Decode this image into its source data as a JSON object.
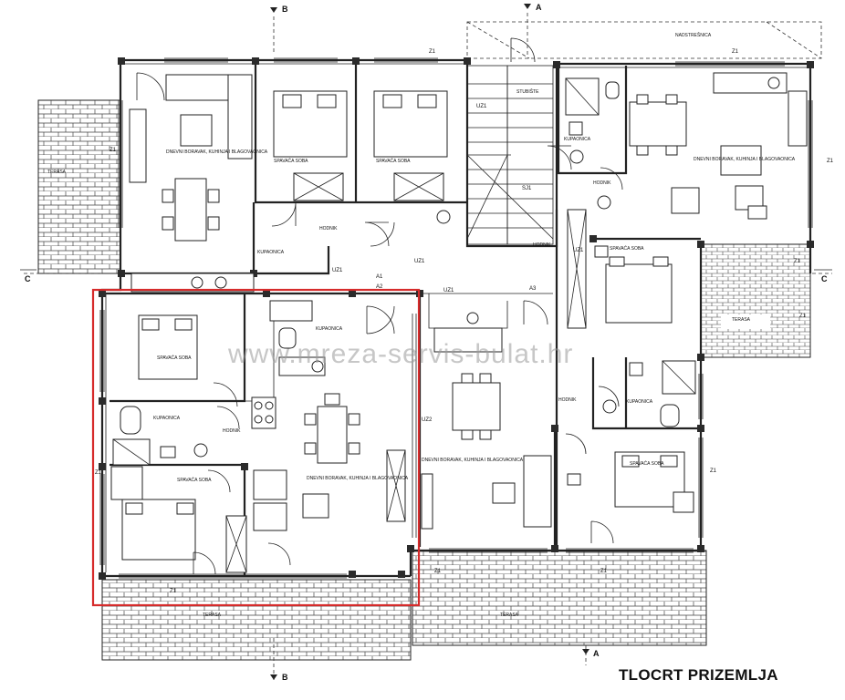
{
  "drawing": {
    "title": "TLOCRT PRIZEMLJA",
    "watermark": "www.mreza-servis-bulat.hr",
    "highlight_color": "#d62b2b"
  },
  "section_marks": {
    "b_top": "B",
    "b_bottom": "B",
    "a_top": "A",
    "a_bottom": "A",
    "c_left": "C",
    "c_right": "C"
  },
  "tags": {
    "z1_top_mid": "Z1",
    "z1_top_right": "Z1",
    "z1_right_upper": "Z1",
    "z1_right_mid": "Z1",
    "z1_right_lower": "Z1",
    "z1_left_upper": "Z1",
    "z1_left_lower": "Z1",
    "z1_bottom_left": "Z1",
    "z1_bottom_mid": "Z1",
    "z1_bottom_right": "Z1",
    "z1_terrace_right": "Z1",
    "uz1_a": "UZ1",
    "uz1_b": "UZ1",
    "uz1_c": "UZ1",
    "uz1_d": "UZ1",
    "uz1_e": "UZ1",
    "uz2": "UZ2",
    "a1": "A1",
    "a2": "A2",
    "a3": "A3",
    "sj1": "SJ1"
  },
  "rooms": {
    "living_topleft": "DNEVNI BORAVAK, KUHINJA I BLAGOVAONICA",
    "bedroom_top1": "SPAVAĆA SOBA",
    "bedroom_top2": "SPAVAĆA SOBA",
    "bath_top_right": "KUPAONICA",
    "living_topright": "DNEVNI BORAVAK, KUHINJA I BLAGOVAONICA",
    "hall_topright": "HODNIK",
    "hall_center": "HODNIK",
    "bath_center": "KUPAONICA",
    "stair_hall": "STUBIŠTE",
    "hall_center2": "HODNIK",
    "bedroom_right_mid": "SPAVAĆA SOBA",
    "terrace_right": "TERASA",
    "bedroom_hl1": "SPAVAĆA SOBA",
    "bath_hl": "KUPAONICA",
    "bath_hl2": "KUPAONICA",
    "hall_hl": "HODNIK",
    "living_hl": "DNEVNI BORAVAK, KUHINJA I BLAGOVAONICA",
    "bedroom_hl2": "SPAVAĆA SOBA",
    "living_center": "DNEVNI BORAVAK, KUHINJA I BLAGOVAONICA",
    "hall_right_low": "HODNIK",
    "bath_right_low": "KUPAONICA",
    "bedroom_right_low": "SPAVAĆA SOBA",
    "terrace_left": "TERASA",
    "terrace_hl": "TERASA",
    "terrace_bottom": "TERASA",
    "roof_top": "NADSTREŠNICA"
  }
}
